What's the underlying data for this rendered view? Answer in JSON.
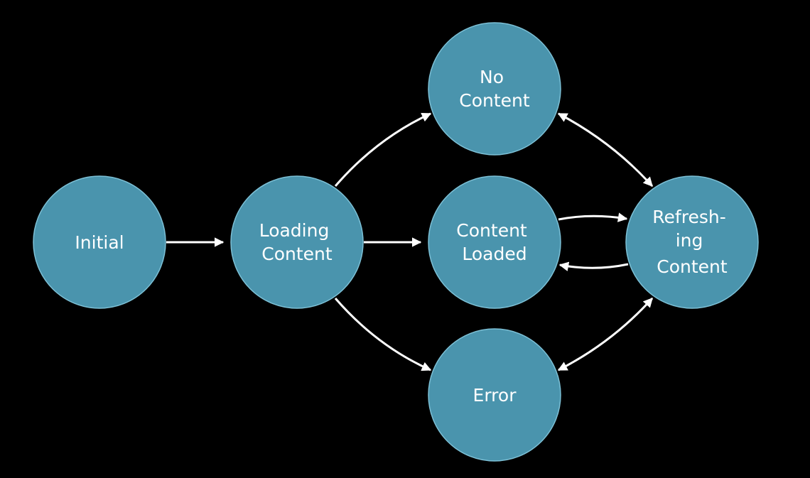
{
  "colors": {
    "background": "#000000",
    "node_fill": "#4a94ad",
    "node_stroke": "#7cc0d6",
    "edge": "#ffffff",
    "label": "#ffffff"
  },
  "nodes": {
    "initial": {
      "lines": [
        "Initial"
      ]
    },
    "loading": {
      "lines": [
        "Loading",
        "Content"
      ]
    },
    "no_content": {
      "lines": [
        "No",
        "Content"
      ]
    },
    "content_loaded": {
      "lines": [
        "Content",
        "Loaded"
      ]
    },
    "error": {
      "lines": [
        "Error"
      ]
    },
    "refreshing": {
      "lines": [
        "Refresh-",
        "ing",
        "Content"
      ]
    }
  },
  "edges": [
    {
      "from": "initial",
      "to": "loading",
      "direction": "forward"
    },
    {
      "from": "loading",
      "to": "no_content",
      "direction": "forward"
    },
    {
      "from": "loading",
      "to": "content_loaded",
      "direction": "forward"
    },
    {
      "from": "loading",
      "to": "error",
      "direction": "forward"
    },
    {
      "from": "no_content",
      "to": "refreshing",
      "direction": "both"
    },
    {
      "from": "content_loaded",
      "to": "refreshing",
      "direction": "forward"
    },
    {
      "from": "refreshing",
      "to": "content_loaded",
      "direction": "forward"
    },
    {
      "from": "error",
      "to": "refreshing",
      "direction": "both"
    }
  ]
}
